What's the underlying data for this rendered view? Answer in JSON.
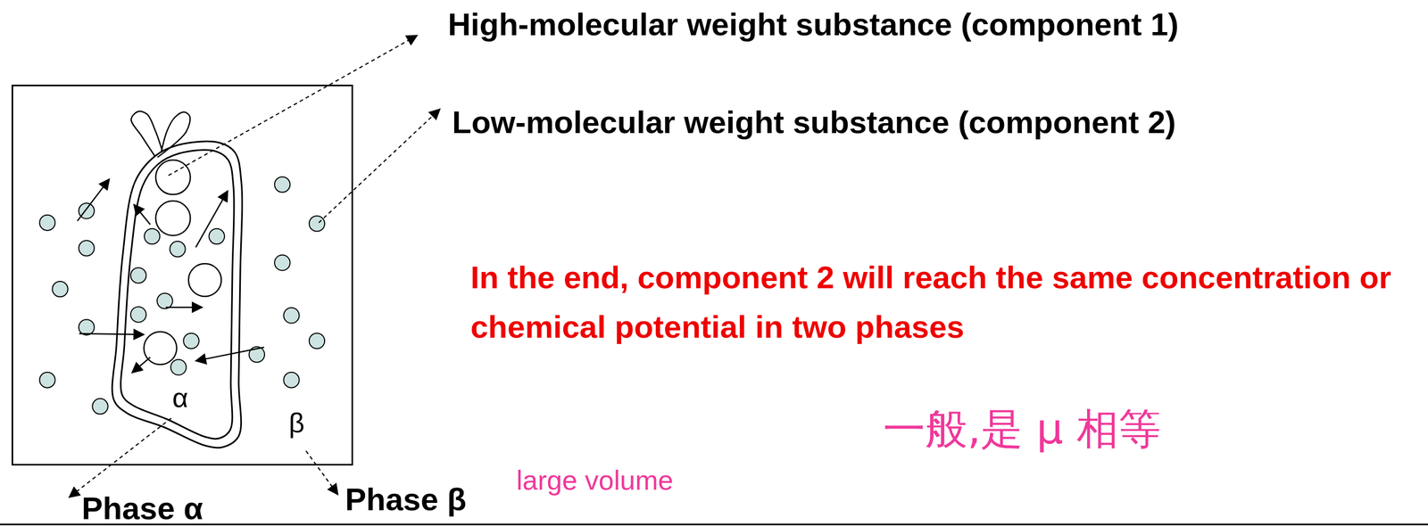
{
  "diagram": {
    "nodes": [
      {
        "text": [
          "β"
        ]
      },
      {
        "text": [
          "α"
        ],
        "in": 0
      }
    ],
    "labels": [
      "High-molecular weight substance (component 1)",
      "Low-molecular weight substance (component 2)",
      "In the end, component 2 will reach the same concentration or chemical potential in two phases",
      "一般,是 μ 相等",
      "Phase α",
      "Phase β",
      "large volume"
    ]
  }
}
